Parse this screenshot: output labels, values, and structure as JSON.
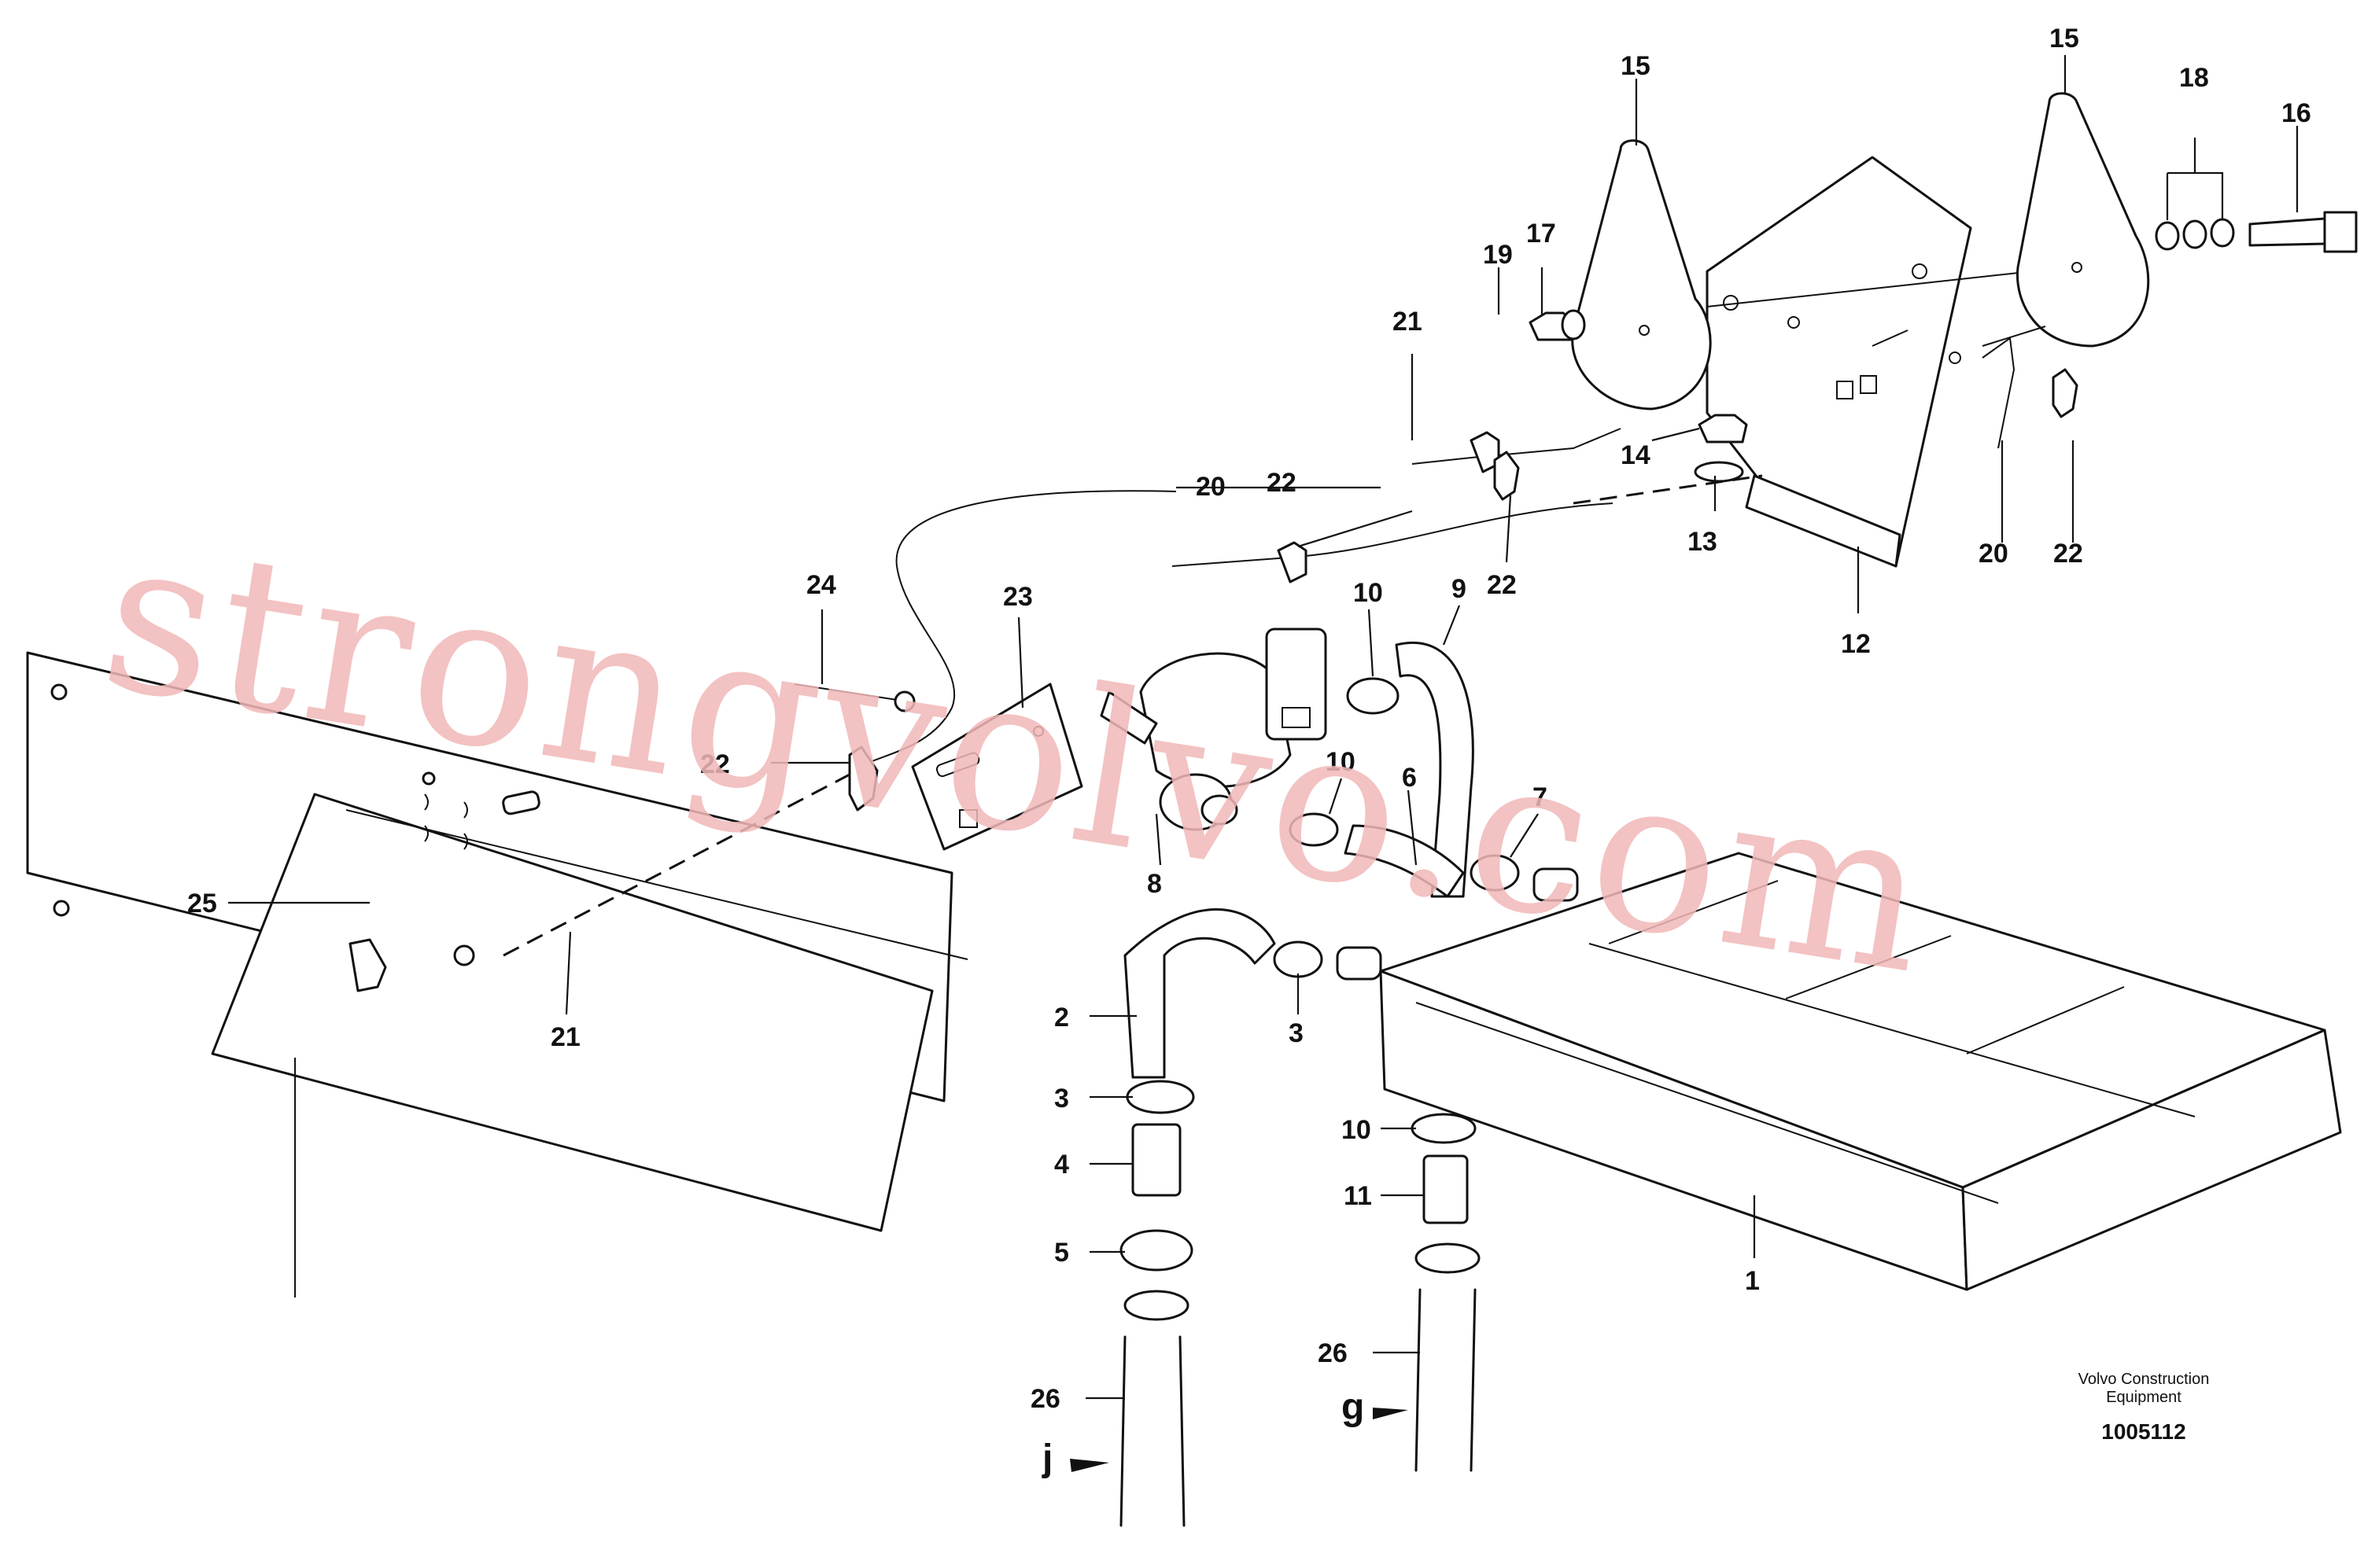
{
  "callouts": [
    {
      "n": "1"
    },
    {
      "n": "2"
    },
    {
      "n": "3"
    },
    {
      "n": "3"
    },
    {
      "n": "4"
    },
    {
      "n": "5"
    },
    {
      "n": "6"
    },
    {
      "n": "7"
    },
    {
      "n": "8"
    },
    {
      "n": "9"
    },
    {
      "n": "10"
    },
    {
      "n": "10"
    },
    {
      "n": "10"
    },
    {
      "n": "11"
    },
    {
      "n": "12"
    },
    {
      "n": "13"
    },
    {
      "n": "14"
    },
    {
      "n": "15"
    },
    {
      "n": "15"
    },
    {
      "n": "16"
    },
    {
      "n": "17"
    },
    {
      "n": "18"
    },
    {
      "n": "19"
    },
    {
      "n": "20"
    },
    {
      "n": "20"
    },
    {
      "n": "21"
    },
    {
      "n": "21"
    },
    {
      "n": "22"
    },
    {
      "n": "22"
    },
    {
      "n": "22"
    },
    {
      "n": "22"
    },
    {
      "n": "23"
    },
    {
      "n": "24"
    },
    {
      "n": "25"
    },
    {
      "n": "26"
    },
    {
      "n": "26"
    }
  ],
  "flow_markers": {
    "left": "j",
    "right": "g"
  },
  "credit": {
    "line1": "Volvo Construction",
    "line2": "Equipment"
  },
  "doc_number": "1005112",
  "watermark": "strongvolvo.com"
}
